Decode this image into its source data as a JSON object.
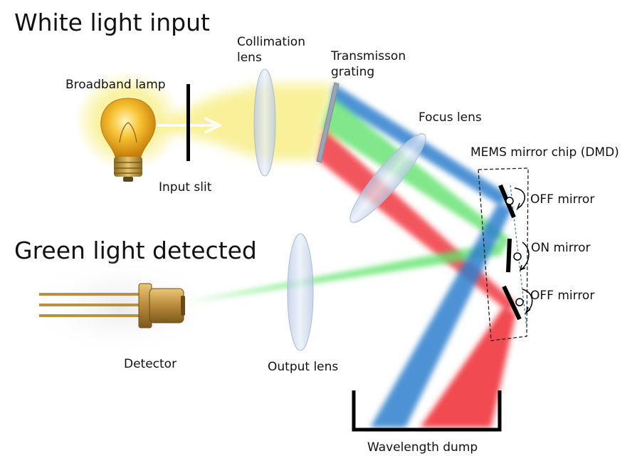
{
  "headings": {
    "input": "White light input",
    "output": "Green light detected"
  },
  "labels": {
    "broadband_lamp": "Broadband lamp",
    "input_slit": "Input slit",
    "collimation_lens_line1": "Collimation",
    "collimation_lens_line2": "lens",
    "grating_line1": "Transmisson",
    "grating_line2": "grating",
    "focus_lens": "Focus lens",
    "mems_chip": "MEMS mirror chip (DMD)",
    "off_mirror_top": "OFF mirror",
    "on_mirror": "ON mirror",
    "off_mirror_bottom": "OFF mirror",
    "detector": "Detector",
    "output_lens": "Output lens",
    "wavelength_dump": "Wavelength dump"
  },
  "colors": {
    "white_light": "#f6ec8a",
    "blue_beam": "#2f7fce",
    "green_beam": "#5fe36b",
    "red_beam": "#ef2b34",
    "lens": "#c8d6ea",
    "bulb_glass": "#f4b21f",
    "detector_can": "#c89a3c"
  }
}
